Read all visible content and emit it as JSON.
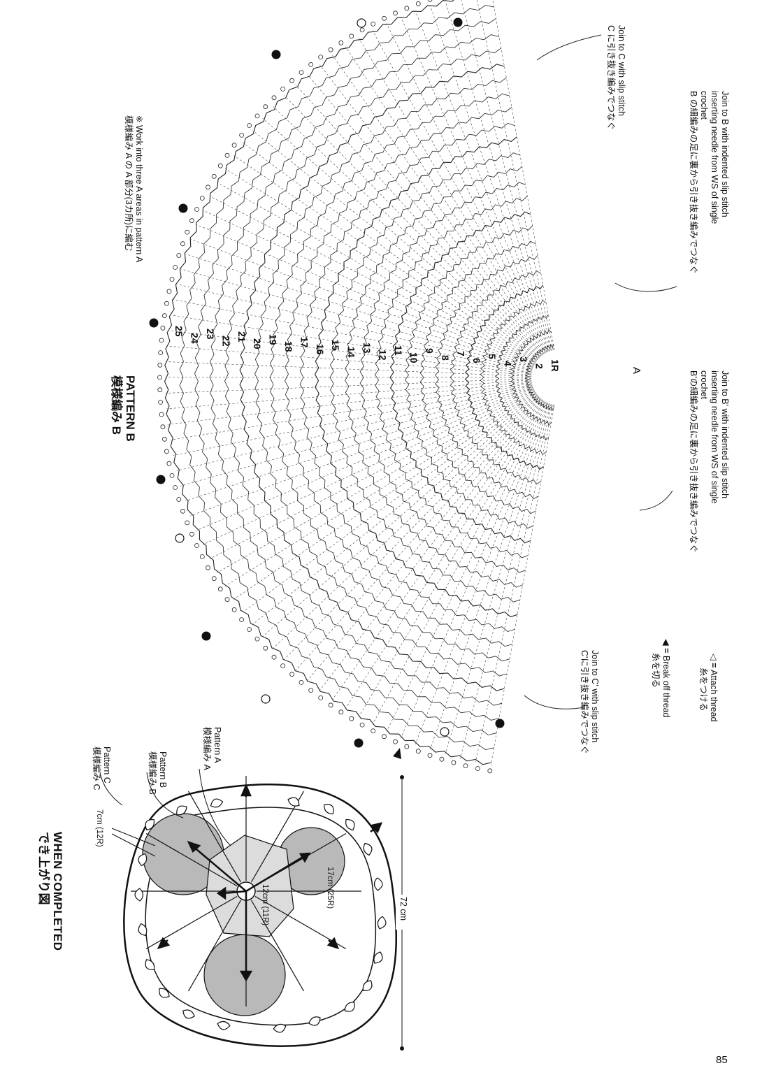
{
  "completed": {
    "title_en": "WHEN COMPLETED",
    "title_ja": "でき上がり図",
    "pattern_c_en": "Pattern C",
    "pattern_c_ja": "模様編み C",
    "pattern_b_en": "Pattern B",
    "pattern_b_ja": "模様編み B",
    "pattern_a_en": "Pattern A",
    "pattern_a_ja": "模様編み A",
    "dim_outer": "7cm (12R)",
    "dim_center": "12cm (11R)",
    "dim_circle": "17cm (25R)",
    "dim_total": "72 cm"
  },
  "pattern_b": {
    "title_en": "PATTERN B",
    "title_ja": "模様編み B",
    "note_en": "※ Work into three A areas in pattern A",
    "note_ja": "模様編み A の A 部分(3カ所)に編む",
    "rows": [
      "1R",
      "2",
      "3",
      "4",
      "5",
      "6",
      "7",
      "8",
      "9",
      "10",
      "11",
      "12",
      "13",
      "14",
      "15",
      "16",
      "17",
      "18",
      "19",
      "20",
      "21",
      "22",
      "23",
      "24",
      "25"
    ],
    "marker_a": "A"
  },
  "annotations": {
    "join_c_en": "Join to C  with slip stitch",
    "join_c_ja": "C に引き抜き編みでつなぐ",
    "join_b_en1": "Join to B  with indented slip stitch",
    "join_b_en2": "inserting needle from WS of single",
    "join_b_en3": "crochet",
    "join_b_ja": "B の細編みの足に裏から引き抜き編みでつなぐ",
    "join_bp_en1": "Join to B' with indented slip stitch",
    "join_bp_en2": "inserting needle from WS of single",
    "join_bp_en3": "crochet",
    "join_bp_ja": "B'の細編みの足に裏から引き抜き編みでつなぐ",
    "join_cp_en": "Join to C' with slip stitch",
    "join_cp_ja": "C'に引き抜き編みでつなぐ"
  },
  "legend": {
    "break_en": "Break off thread",
    "break_ja": "糸を切る",
    "attach_en": "Attach thread",
    "attach_ja": "糸をつける",
    "break_symbol": "◀ =",
    "attach_symbol": "◁ ="
  },
  "page_number": "85"
}
